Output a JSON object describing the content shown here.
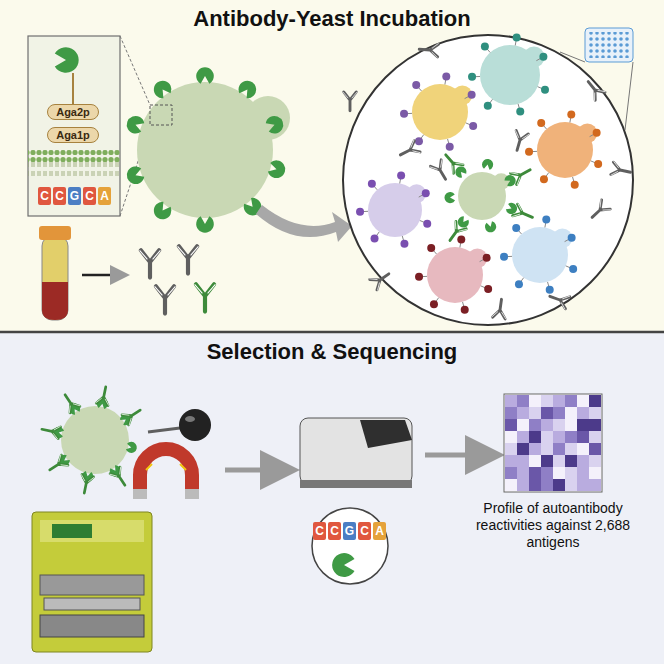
{
  "diagram": {
    "nodes": [
      {
        "text": [
          "Antibody-Yeast Incubation"
        ]
      },
      {
        "text": [
          "Aga2p"
        ],
        "in": 0
      },
      {
        "text": [
          "Aga1p"
        ],
        "in": 0
      },
      {
        "text": [
          "Selection & Sequencing"
        ]
      }
    ],
    "labels": [
      "C",
      "C",
      "G",
      "C",
      "A",
      "C",
      "C",
      "G",
      "C",
      "A",
      "Profile of autoantibody reactivities against 2,688 antigens"
    ]
  }
}
